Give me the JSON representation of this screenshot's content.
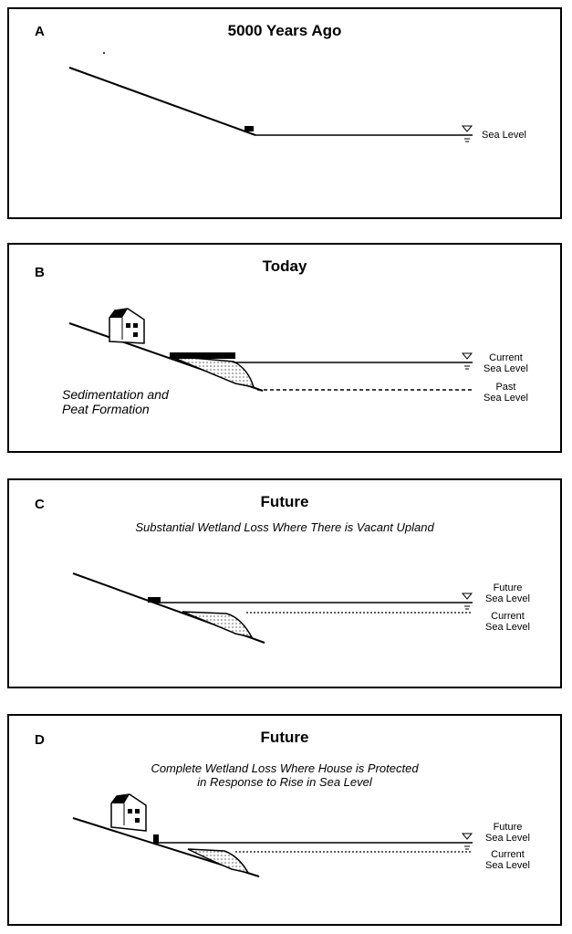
{
  "panels": [
    {
      "letter": "A",
      "title": "5000 Years Ago",
      "sea_label": "Sea Level"
    },
    {
      "letter": "B",
      "title": "Today",
      "current_label_1": "Current",
      "current_label_2": "Sea Level",
      "past_label_1": "Past",
      "past_label_2": "Sea Level",
      "note_1": "Sedimentation and",
      "note_2": "Peat Formation"
    },
    {
      "letter": "C",
      "title": "Future",
      "subtitle": "Substantial Wetland Loss Where There is Vacant Upland",
      "future_label_1": "Future",
      "future_label_2": "Sea Level",
      "current_label_1": "Current",
      "current_label_2": "Sea Level"
    },
    {
      "letter": "D",
      "title": "Future",
      "subtitle_1": "Complete Wetland Loss Where House is Protected",
      "subtitle_2": "in Response to Rise in Sea Level",
      "future_label_1": "Future",
      "future_label_2": "Sea Level",
      "current_label_1": "Current",
      "current_label_2": "Sea Level"
    }
  ]
}
